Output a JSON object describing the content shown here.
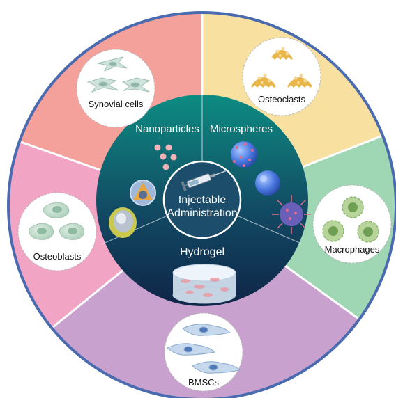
{
  "center": {
    "line1": "Injectable",
    "line2": "Administration"
  },
  "inner_sections": {
    "nanoparticles": "Nanoparticles",
    "microspheres": "Microspheres",
    "hydrogel": "Hydrogel"
  },
  "cells": {
    "synovial": "Synovial cells",
    "osteoclasts": "Osteoclasts",
    "osteoblasts": "Osteoblasts",
    "macrophages": "Macrophages",
    "bmscs": "BMSCs"
  },
  "colors": {
    "synovial_segment": "#f4a09b",
    "osteoclasts_segment": "#f7e0a0",
    "macrophages_segment": "#9fd6b4",
    "bmscs_segment": "#c9a1cf",
    "osteoblasts_segment": "#f2a4c4",
    "outer_ring": "#4a6bb0",
    "inner_disc_top": "#0f8a80",
    "inner_disc_bottom": "#10294d"
  }
}
